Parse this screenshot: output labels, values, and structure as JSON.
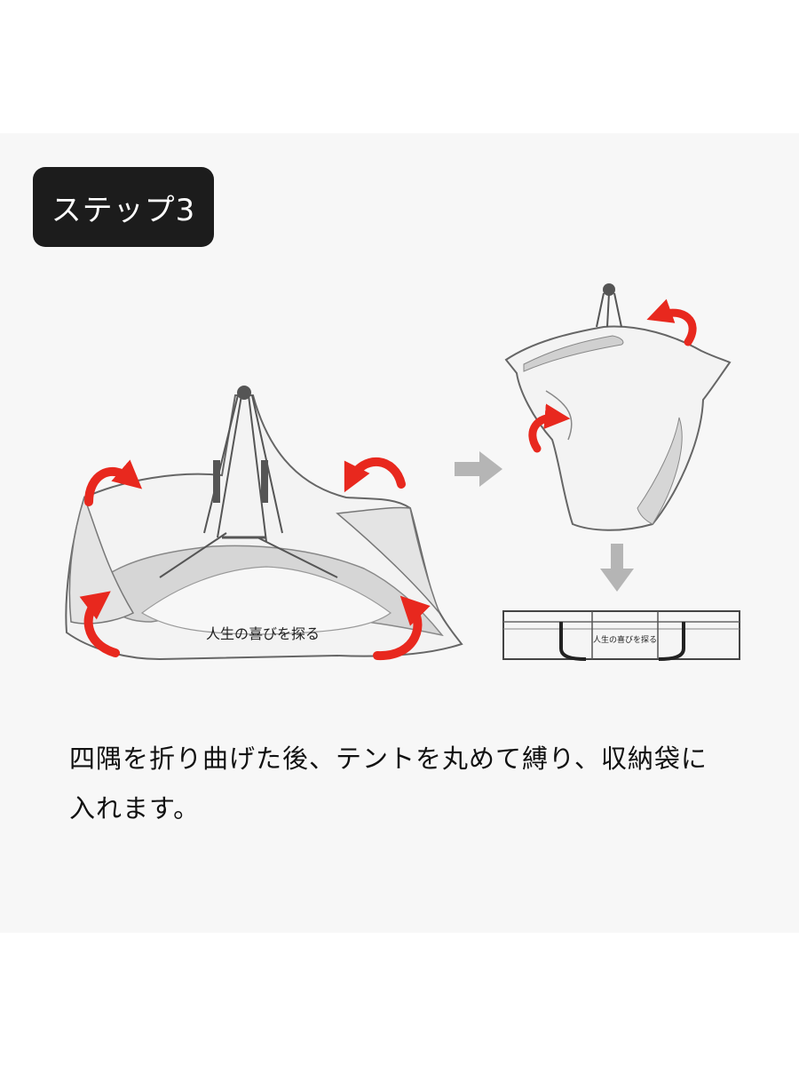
{
  "step": {
    "label": "ステップ3"
  },
  "illustration": {
    "tent_print": "人生の喜びを探る",
    "bag_print": "人生の喜びを探る"
  },
  "caption": {
    "line1": "四隅を折り曲げた後、テントを丸めて縛り、収納袋に",
    "line2": "入れます。"
  },
  "colors": {
    "badge": "#1c1c1c",
    "accent_arrow": "#e8281e",
    "flow_arrow": "#b5b5b5",
    "outline": "#666666",
    "fabric": "#f2f2f2",
    "fabric_shade": "#d9d9d9"
  }
}
